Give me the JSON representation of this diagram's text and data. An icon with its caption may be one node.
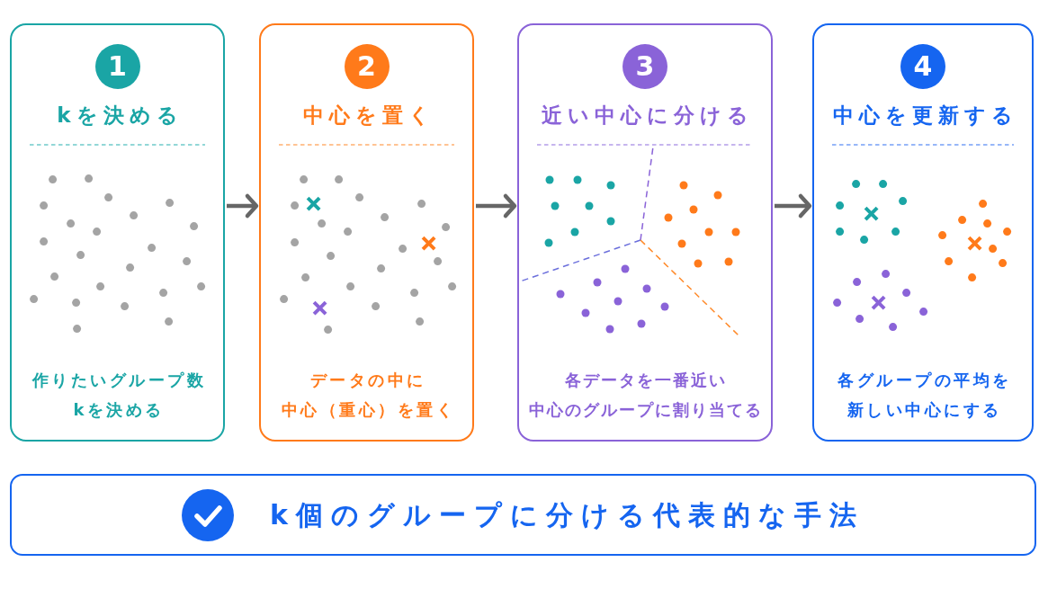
{
  "diagram": {
    "nodes": [
      {
        "text": [
          "kを決める",
          "作りたいグループ数kを決める"
        ]
      },
      {
        "text": [
          "1"
        ],
        "in": 0
      },
      {
        "text": [
          "中心を置く",
          "データの中に中心（重心）を置く"
        ]
      },
      {
        "text": [
          "2"
        ],
        "in": 2
      },
      {
        "text": [
          "近い中心に分ける",
          "各データを一番近い中心のグループに割り当てる"
        ]
      },
      {
        "text": [
          "3"
        ],
        "in": 4
      },
      {
        "text": [
          "中心を更新する",
          "各グループの平均を新しい中心にする"
        ]
      },
      {
        "text": [
          "4"
        ],
        "in": 6
      },
      {
        "text": [
          "k個のグループに分ける代表的な手法"
        ]
      }
    ],
    "edges": [
      {
        "from": 0,
        "to": 2,
        "arrow": "to"
      },
      {
        "from": 2,
        "to": 4,
        "arrow": "to"
      },
      {
        "from": 4,
        "to": 6,
        "arrow": "to"
      }
    ]
  }
}
